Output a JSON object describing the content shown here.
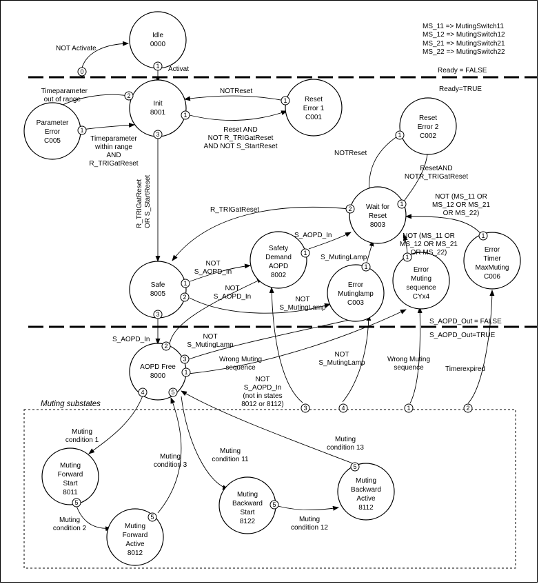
{
  "legend": [
    "MS_11 => MutingSwitch11",
    "MS_12 => MutingSwitch12",
    "MS_21 => MutingSwitch21",
    "MS_22 => MutingSwitch22"
  ],
  "boundaries": {
    "ready_false": "Ready = FALSE",
    "ready_true": "Ready=TRUE",
    "aopd_out_false": "S_AOPD_Out = FALSE",
    "aopd_out_true": "S_AOPD_Out=TRUE"
  },
  "substates_title": "Muting substates",
  "states": {
    "idle": [
      "Idle",
      "0000"
    ],
    "init": [
      "Init",
      "8001"
    ],
    "param_error": [
      "Parameter",
      "Error",
      "C005"
    ],
    "reset_error1": [
      "Reset",
      "Error 1",
      "C001"
    ],
    "reset_error2": [
      "Reset",
      "Error 2",
      "C002"
    ],
    "wait_reset": [
      "Wait for",
      "Reset",
      "8003"
    ],
    "safety_demand": [
      "Safety",
      "Demand",
      "AOPD",
      "8002"
    ],
    "safe": [
      "Safe",
      "8005"
    ],
    "error_mutinglamp": [
      "Error",
      "Mutinglamp",
      "C003"
    ],
    "error_muting_seq": [
      "Error",
      "Muting",
      "sequence",
      "CYx4"
    ],
    "error_timer": [
      "Error",
      "Timer",
      "MaxMuting",
      "C006"
    ],
    "aopd_free": [
      "AOPD Free",
      "8000"
    ],
    "mfs": [
      "Muting",
      "Forward",
      "Start",
      "8011"
    ],
    "mfa": [
      "Muting",
      "Forward",
      "Active",
      "8012"
    ],
    "mbs": [
      "Muting",
      "Backward",
      "Start",
      "8122"
    ],
    "mba": [
      "Muting",
      "Backward",
      "Active",
      "8112"
    ]
  },
  "badges": {
    "idle_in": "0",
    "idle_out": "1",
    "init_2": "2",
    "init_1": "1",
    "init_3": "3",
    "param_1": "1",
    "reset1_1": "1",
    "reset2_1": "1",
    "wait_2": "2",
    "wait_1": "1",
    "safety_1": "1",
    "safe_1": "1",
    "safe_2": "2",
    "safe_3": "3",
    "mlamp_1": "1",
    "mseq_1": "1",
    "timer_1": "1",
    "free_2": "2",
    "free_3": "3",
    "free_1": "1",
    "free_4": "4",
    "free_5": "5",
    "mfs_5": "5",
    "mfa_5": "5",
    "mbs_5": "5",
    "mba_5": "5",
    "sub_3": "3",
    "sub_4": "4",
    "sub_1": "1",
    "sub_2": "2"
  },
  "labels": {
    "not_activate": "NOT  Activate",
    "activat": "Activat",
    "timeparam_out": [
      "Timeparameter",
      "out of range"
    ],
    "timeparam_within": [
      "Timeparameter",
      "within range",
      "AND",
      "R_TRIGatReset"
    ],
    "notreset_init": "NOTReset",
    "reset_and": [
      "Reset AND",
      "NOT R_TRIGatReset",
      "AND  NOT S_StartReset"
    ],
    "r_trig_or": [
      "R_TRIGatReset",
      "OR S_StartReset"
    ],
    "notreset_wait": "NOTReset",
    "reset_and_not_rtrig": [
      "ResetAND",
      "NOTR_TRIGatReset"
    ],
    "not_ms_timer": [
      "NOT (MS_11 OR",
      "MS_12 OR MS_21",
      "OR MS_22)"
    ],
    "r_trig_safe": "R_TRIGatReset",
    "s_aopd_in_wait": "S_AOPD_In",
    "s_mutinglamp_wait": "S_MutingLamp",
    "not_ms_seq": [
      "NOT (MS_11 OR",
      "MS_12 OR MS_21",
      "OR MS_22)"
    ],
    "not_aopd_safe": [
      "NOT",
      "S_AOPD_In"
    ],
    "not_aopd_safe2": [
      "NOT",
      "S_AOPD_In"
    ],
    "not_mutinglamp_safe": [
      "NOT",
      "S_MutingLamp"
    ],
    "s_aopd_in_free": "S_AOPD_In",
    "not_mutinglamp_free": [
      "NOT",
      "S_MutingLamp"
    ],
    "wrong_seq_free": [
      "Wrong Muting",
      "sequence"
    ],
    "not_aopd_substates": [
      "NOT",
      "S_AOPD_In",
      "(not in states",
      "8012 or 8112)"
    ],
    "not_mutinglamp_sub": [
      "NOT",
      "S_MutingLamp"
    ],
    "wrong_seq_sub": [
      "Wrong Muting",
      "sequence"
    ],
    "timer_expired": "Timerexpired",
    "mc1": [
      "Muting",
      "condition 1"
    ],
    "mc3": [
      "Muting",
      "condition 3"
    ],
    "mc11": [
      "Muting",
      "condition 11"
    ],
    "mc13": [
      "Muting",
      "condition 13"
    ],
    "mc2": [
      "Muting",
      "condition 2"
    ],
    "mc12": [
      "Muting",
      "condition 12"
    ]
  }
}
